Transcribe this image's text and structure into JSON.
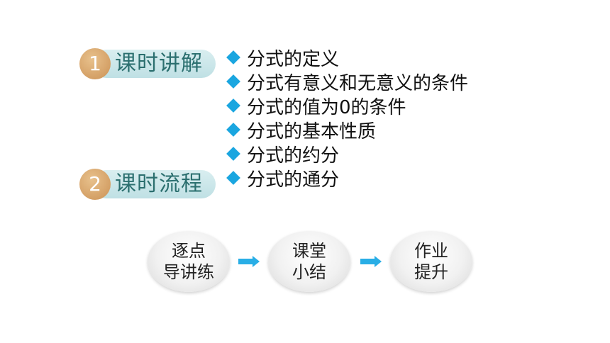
{
  "sections": [
    {
      "number": "1",
      "label": "课时讲解"
    },
    {
      "number": "2",
      "label": "课时流程"
    }
  ],
  "topics": [
    "分式的定义",
    "分式有意义和无意义的条件",
    "分式的值为0的条件",
    "分式的基本性质",
    "分式的约分",
    "分式的通分"
  ],
  "flow": [
    {
      "line1": "逐点",
      "line2": "导讲练"
    },
    {
      "line1": "课堂",
      "line2": "小结"
    },
    {
      "line1": "作业",
      "line2": "提升"
    }
  ],
  "colors": {
    "pill": "#c9e7ea",
    "badge": "#d4a066",
    "label": "#2b6f6f",
    "bullet": "#1aa6e0",
    "arrow": "#29aee6"
  }
}
